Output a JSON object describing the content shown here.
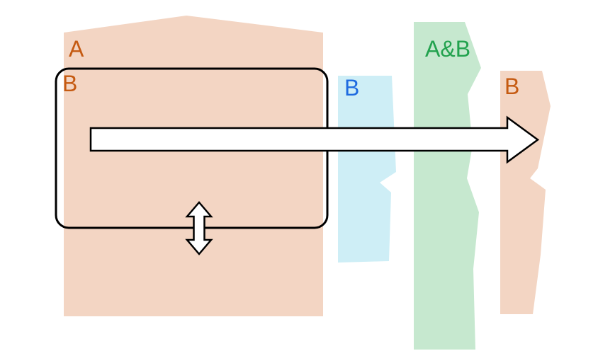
{
  "diagram": {
    "labels": {
      "region_a": "A",
      "region_b_box": "B",
      "strip_b_blue": "B",
      "strip_ab": "A&B",
      "strip_b_right": "B"
    },
    "colors": {
      "salmon_fill": "#F3D5C3",
      "blue_fill": "#CEEEF6",
      "green_fill": "#C6E8CF",
      "label_orange": "#C55A11",
      "label_blue": "#1F6BE0",
      "label_green": "#22A24E",
      "outline": "#000000",
      "arrow_fill": "#FFFFFF"
    },
    "icons": {
      "flow_arrow": "right-arrow",
      "resize_arrow": "up-down-double-arrow"
    }
  }
}
